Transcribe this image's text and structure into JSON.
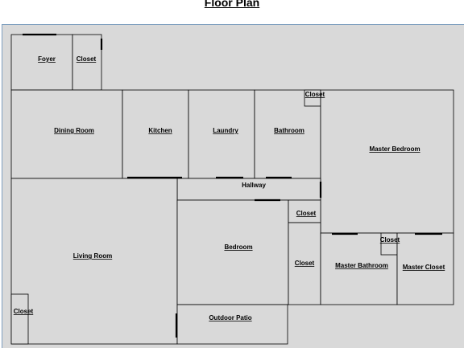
{
  "title": "Floor Plan",
  "rooms": {
    "foyer": "Foyer",
    "closet_entry": "Closet",
    "dining_room": "Dining Room",
    "kitchen": "Kitchen",
    "laundry": "Laundry",
    "bathroom": "Bathroom",
    "closet_bath": "Closet",
    "master_bedroom": "Master Bedroom",
    "hallway": "Hallway",
    "closet_hall": "Closet",
    "living_room": "Living Room",
    "bedroom": "Bedroom",
    "closet_bedroom": "Closet",
    "closet_master": "Closet",
    "master_bathroom": "Master Bathroom",
    "master_closet": "Master Closet",
    "closet_living": "Closet",
    "outdoor_patio": "Outdoor Patio"
  }
}
